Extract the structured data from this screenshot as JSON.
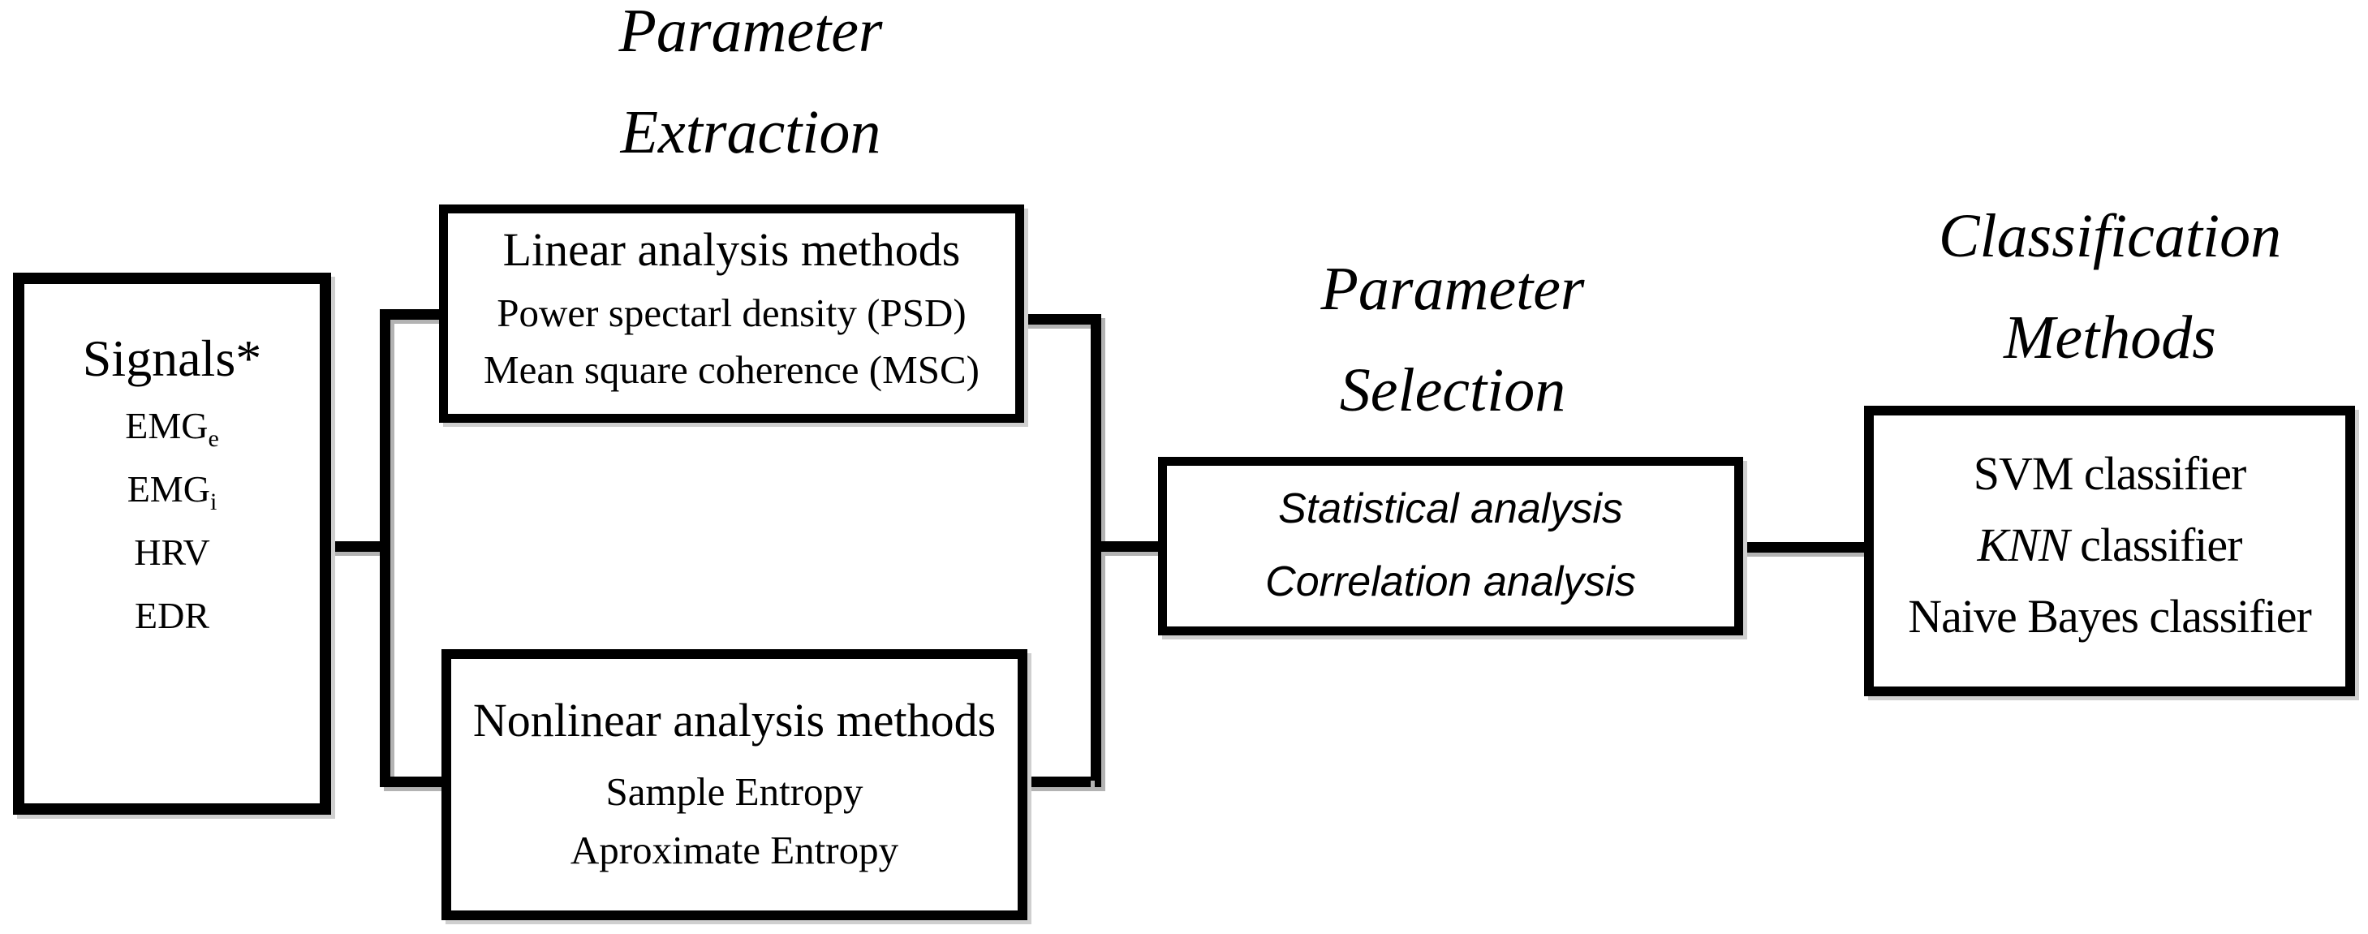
{
  "colors": {
    "ink": "#000000",
    "background": "#ffffff",
    "shadow": "#b3b3b3"
  },
  "signals_box": {
    "title": "Signals*",
    "items": [
      {
        "text": "EMG",
        "sub": "e"
      },
      {
        "text": "EMG",
        "sub": "i"
      },
      {
        "text": "HRV",
        "sub": ""
      },
      {
        "text": "EDR",
        "sub": ""
      }
    ]
  },
  "extraction_heading": {
    "line1": "Parameter",
    "line2": "Extraction"
  },
  "linear_box": {
    "title": "Linear analysis methods",
    "items": [
      "Power spectarl density (PSD)",
      "Mean square coherence (MSC)"
    ]
  },
  "nonlinear_box": {
    "title": "Nonlinear analysis methods",
    "items": [
      "Sample Entropy",
      "Aproximate Entropy"
    ]
  },
  "selection_heading": {
    "line1": "Parameter",
    "line2": "Selection"
  },
  "selection_box": {
    "items": [
      "Statistical analysis",
      "Correlation analysis"
    ]
  },
  "classification_heading": {
    "line1": "Classification",
    "line2": "Methods"
  },
  "classification_box": {
    "items": [
      {
        "em": "",
        "text": "SVM classifier"
      },
      {
        "em": "KNN",
        "text": " classifier"
      },
      {
        "em": "",
        "text": "Naive Bayes classifier"
      }
    ]
  }
}
